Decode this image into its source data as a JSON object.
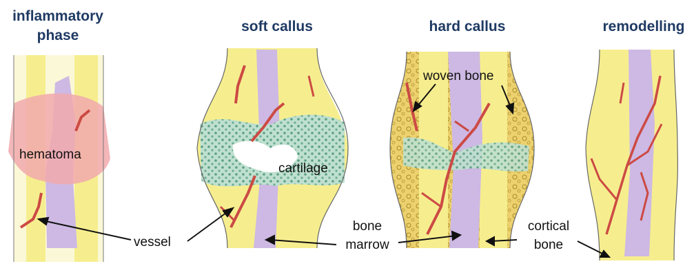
{
  "stages": {
    "inflammatory_line1": "inflammatory",
    "inflammatory_line2": "phase",
    "soft_callus": "soft callus",
    "hard_callus": "hard  callus",
    "remodelling": "remodelling"
  },
  "labels": {
    "hematoma": "hematoma",
    "cartilage": "cartilage",
    "woven_bone": "woven  bone",
    "vessel": "vessel",
    "bone_marrow_line1": "bone",
    "bone_marrow_line2": "marrow",
    "cortical_bone_line1": "cortical",
    "cortical_bone_line2": "bone"
  },
  "colors": {
    "bone": "#f6ee8e",
    "marrow": "#cdb9e3",
    "hematoma": "#f1a9ad",
    "cartilage": "#bfe0cf",
    "vessel": "#cc4a44",
    "woven": "#e9c75c",
    "title": "#1f3a63"
  }
}
